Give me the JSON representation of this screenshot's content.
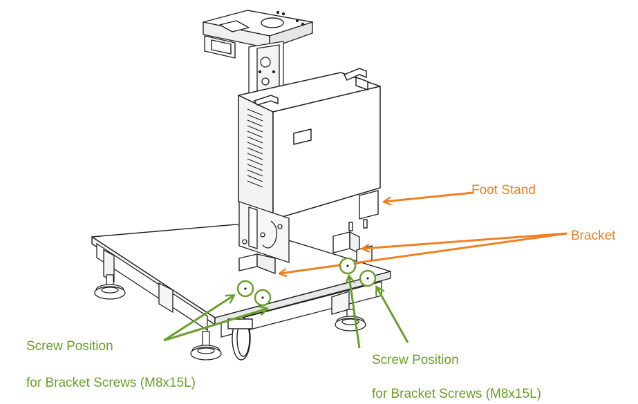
{
  "colors": {
    "callout_orange": "#F07F1F",
    "callout_green": "#6A9E2A",
    "line_art": "#222222"
  },
  "labels": {
    "foot_stand": "Foot Stand",
    "bracket": "Bracket",
    "screw_left_line1": "Screw Position",
    "screw_left_line2": "for Bracket Screws (M8x15L)",
    "screw_right_line1": "Screw Position",
    "screw_right_line2": "for Bracket Screws (M8x15L)"
  }
}
